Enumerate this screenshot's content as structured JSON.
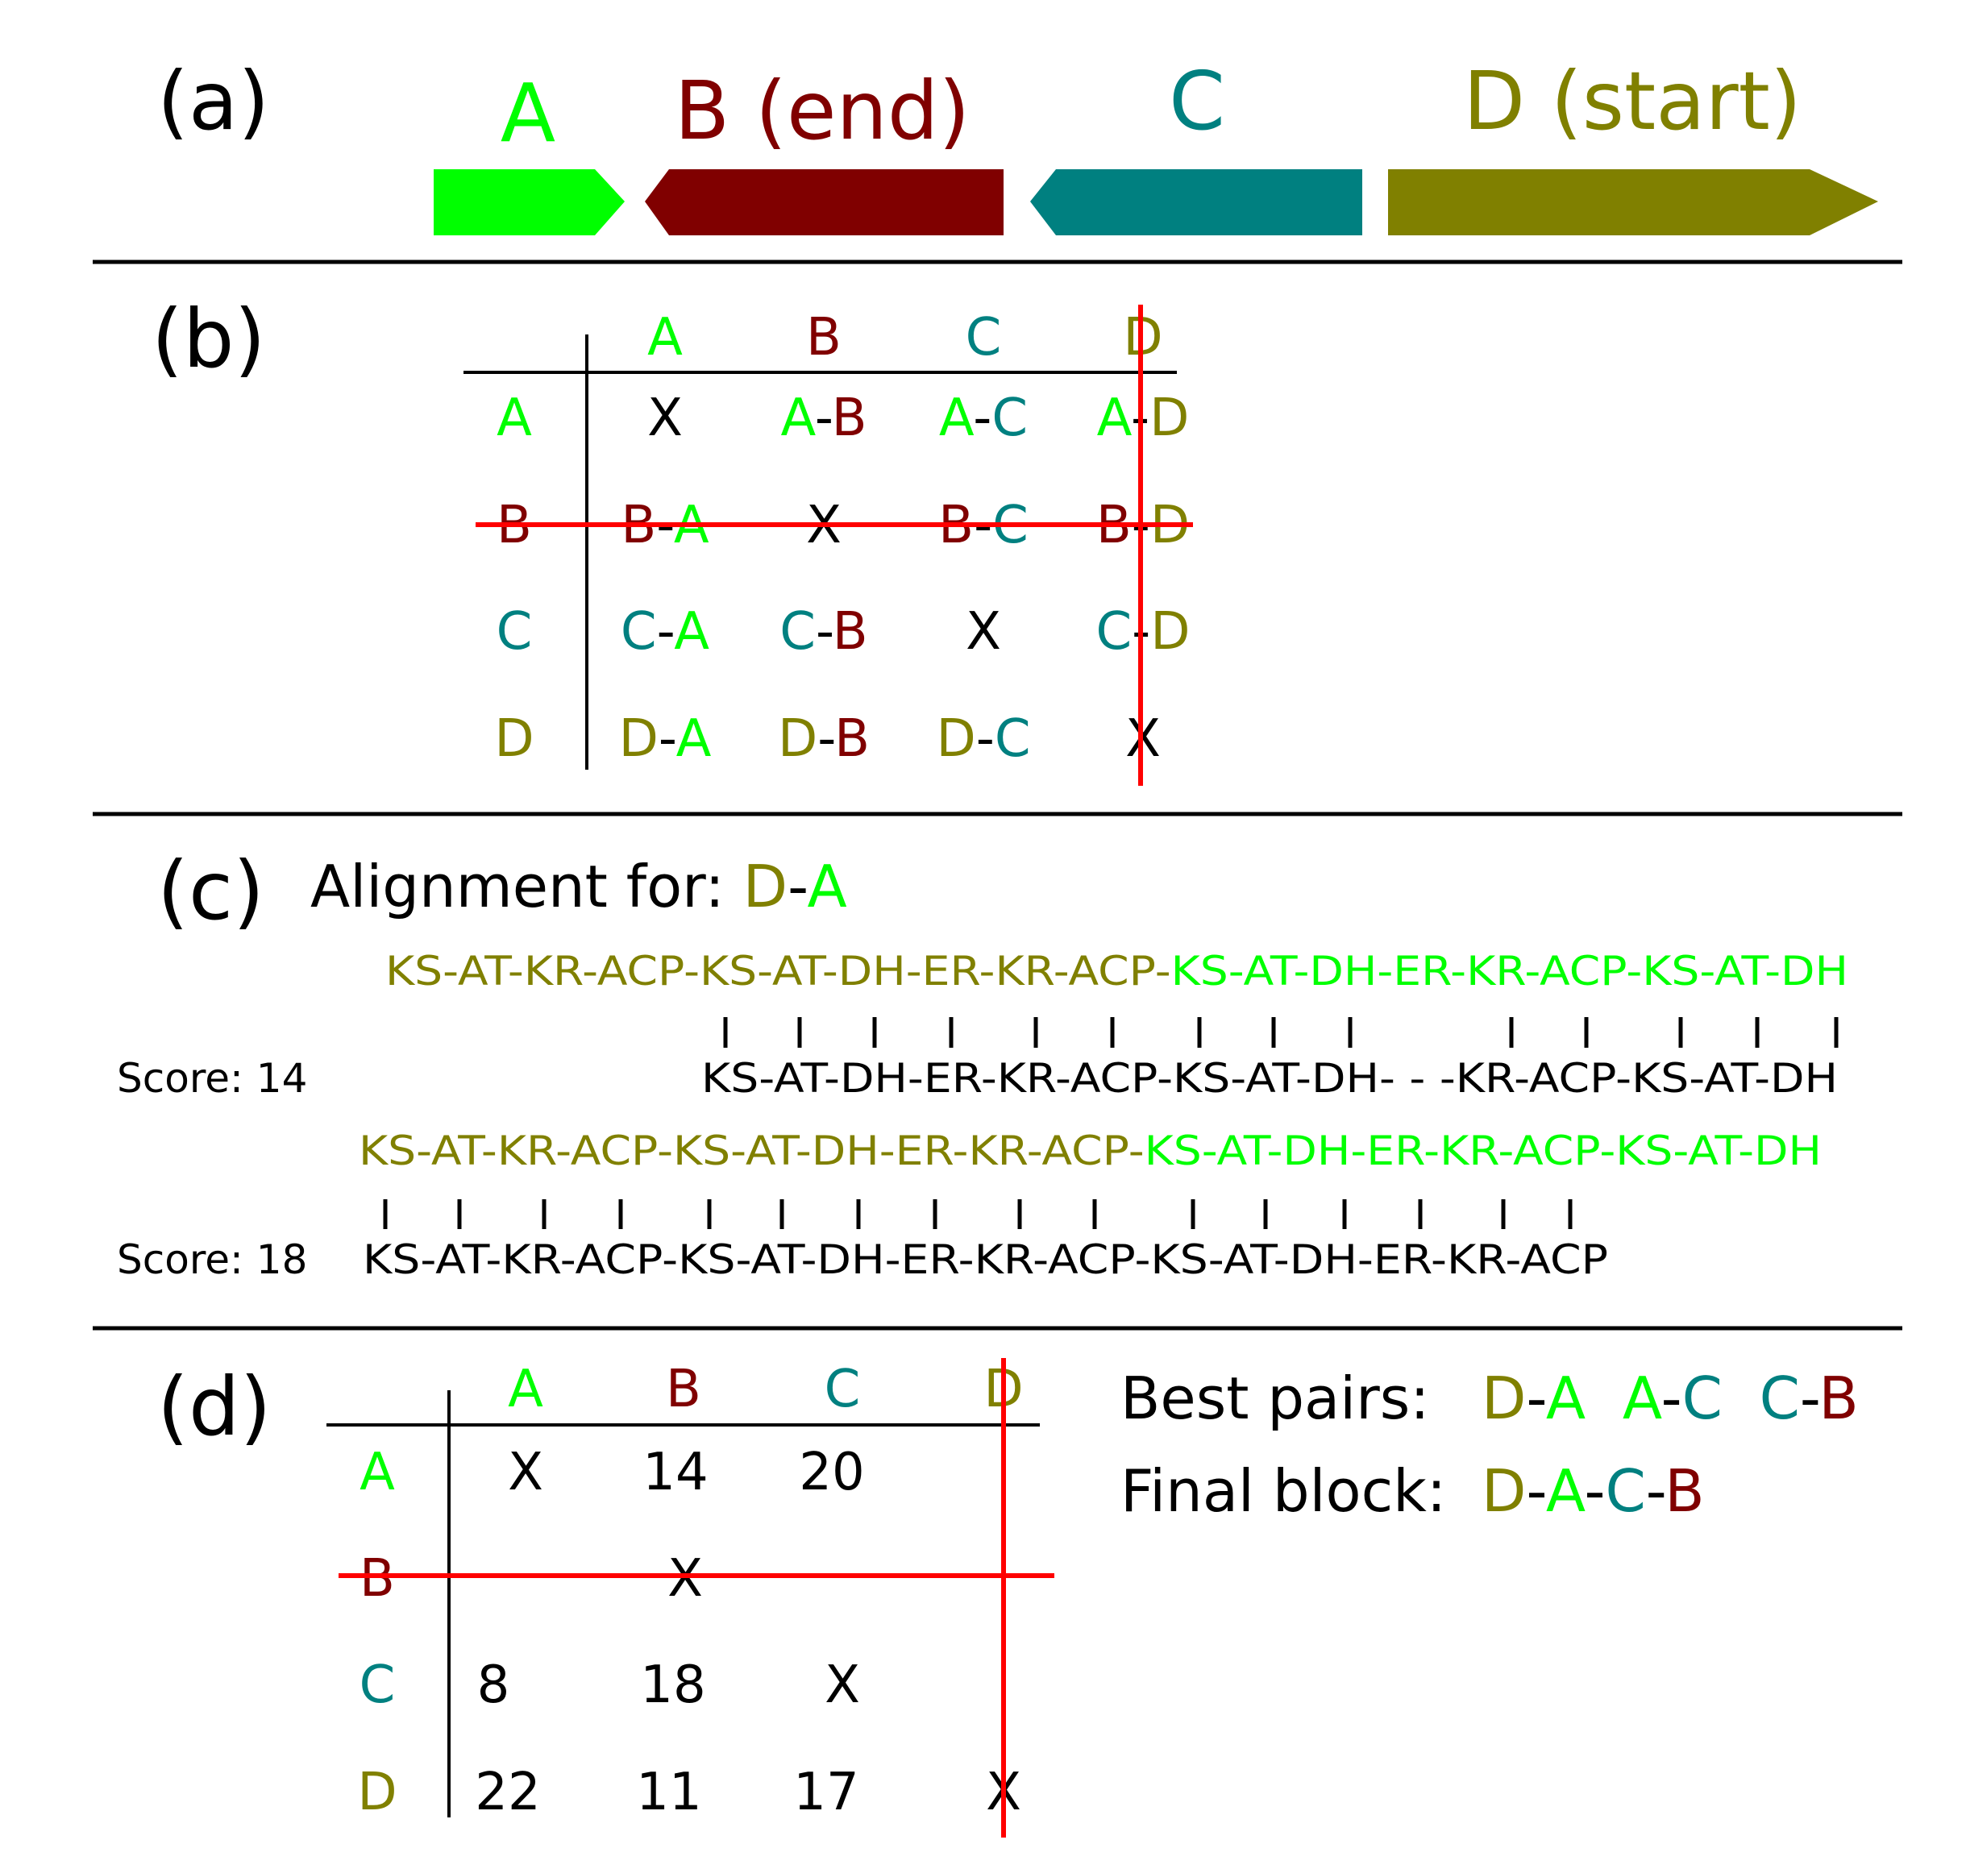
{
  "colors": {
    "A": "#00ff00",
    "B": "#800000",
    "C": "#008080",
    "D": "#808000",
    "ink": "#000000",
    "cross": "#ff0000"
  },
  "panel_a": {
    "label": "(a)",
    "genes": [
      {
        "key": "A",
        "name": "A"
      },
      {
        "key": "B",
        "name": "B (end)"
      },
      {
        "key": "C",
        "name": "C"
      },
      {
        "key": "D",
        "name": "D (start)"
      }
    ]
  },
  "panel_b": {
    "label": "(b)",
    "headers": [
      "A",
      "B",
      "C",
      "D"
    ],
    "rows": [
      "A",
      "B",
      "C",
      "D"
    ],
    "diag": "X"
  },
  "panel_c": {
    "label": "(c)",
    "title": "Alignment for:",
    "pair": [
      "D",
      "A"
    ],
    "alignment1": {
      "score": "Score: 14",
      "top_d": "KS-AT-KR-ACP-KS-AT-DH-ER-KR-ACP-",
      "top_a": "KS-AT-DH-ER-KR-ACP-KS-AT-DH",
      "bottom": "KS-AT-DH-ER-KR-ACP-KS-AT-DH- - -KR-ACP-KS-AT-DH"
    },
    "alignment2": {
      "score": "Score: 18",
      "top_d": "KS-AT-KR-ACP-KS-AT-DH-ER-KR-ACP-",
      "top_a": "KS-AT-DH-ER-KR-ACP-KS-AT-DH",
      "bottom": "KS-AT-KR-ACP-KS-AT-DH-ER-KR-ACP-KS-AT-DH-ER-KR-ACP"
    }
  },
  "panel_d": {
    "label": "(d)",
    "headers": [
      "A",
      "B",
      "C",
      "D"
    ],
    "rows": [
      "A",
      "B",
      "C",
      "D"
    ],
    "cells": [
      [
        "X",
        "14",
        "20",
        ""
      ],
      [
        "",
        "X",
        "",
        ""
      ],
      [
        "8",
        "18",
        "X",
        ""
      ],
      [
        "22",
        "11",
        "17",
        "X"
      ]
    ],
    "best_pairs_label": "Best pairs:",
    "best_pairs": [
      [
        "D",
        "A"
      ],
      [
        "A",
        "C"
      ],
      [
        "C",
        "B"
      ]
    ],
    "final_block_label": "Final block:",
    "final_block": [
      "D",
      "A",
      "C",
      "B"
    ]
  }
}
